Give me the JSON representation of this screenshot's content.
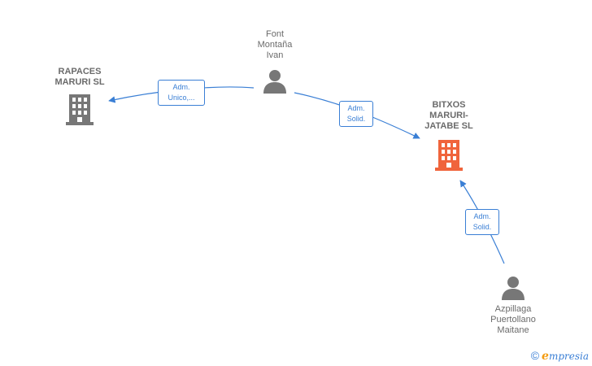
{
  "nodes": {
    "rapaces": {
      "lines": [
        "RAPACES",
        "MARURI  SL"
      ]
    },
    "bitxos": {
      "lines": [
        "BITXOS",
        "MARURI-",
        "JATABE  SL"
      ]
    },
    "font": {
      "lines": [
        "Font",
        "Montaña",
        "Ivan"
      ]
    },
    "azpillaga": {
      "lines": [
        "Azpillaga",
        "Puertollano",
        "Maitane"
      ]
    }
  },
  "edges": {
    "font_rapaces": {
      "lines": [
        "Adm.",
        "Unico,..."
      ]
    },
    "font_bitxos": {
      "lines": [
        "Adm.",
        "Solid."
      ]
    },
    "azpillaga_bitxos": {
      "lines": [
        "Adm.",
        "Solid."
      ]
    }
  },
  "footer": {
    "copyright": "©",
    "brand_first": "e",
    "brand_rest": "mpresia"
  },
  "colors": {
    "edge": "#3a7fd5",
    "focus_company": "#f0643c",
    "company": "#777777",
    "person": "#777777"
  }
}
